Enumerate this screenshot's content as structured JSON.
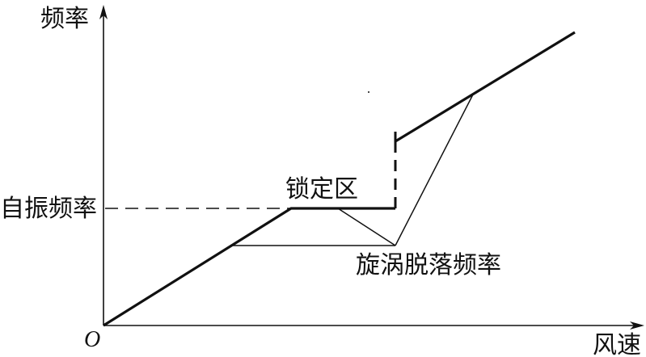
{
  "diagram": {
    "y_axis_label": "频率",
    "x_axis_label": "风速",
    "origin_label": "O",
    "natural_frequency_label": "自振频率",
    "lock_in_label": "锁定区",
    "vortex_shedding_label": "旋涡脱落频率",
    "colors": {
      "line": "#111111",
      "background": "#ffffff"
    }
  }
}
